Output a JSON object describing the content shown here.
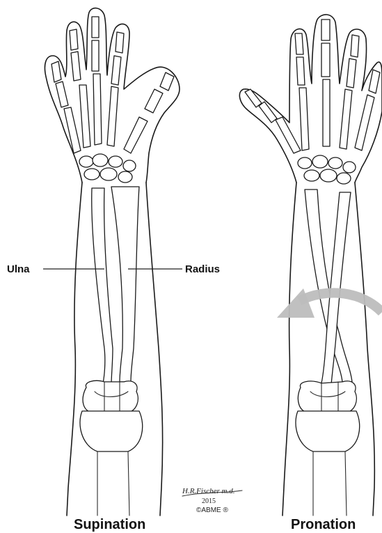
{
  "labels": {
    "ulna": "Ulna",
    "radius": "Radius"
  },
  "captions": {
    "left": "Supination",
    "right": "Pronation"
  },
  "signature": {
    "name": "H.R.Fischer m.d.",
    "year": "2015",
    "copyright": "©ABME ®"
  },
  "colors": {
    "ink": "#1a1a1a",
    "arrow": "#bdbdbd",
    "background": "#ffffff"
  },
  "icons": {
    "rotation_arrow": "curved-arrow-left-icon"
  }
}
